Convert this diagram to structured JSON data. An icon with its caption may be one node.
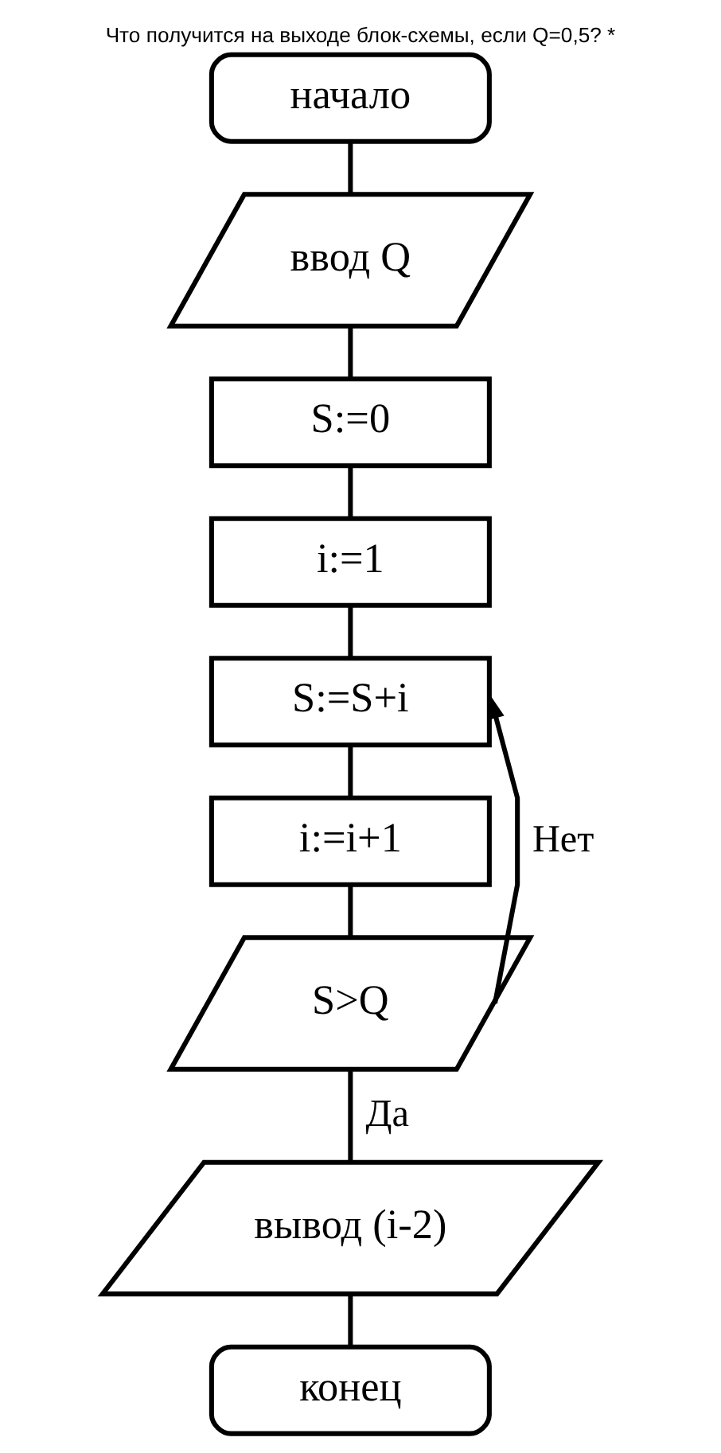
{
  "diagram": {
    "title": "Что получится на выходе блок-схемы, если Q=0,5? *",
    "nodes": [
      {
        "text": [
          "начало"
        ]
      },
      {
        "text": [
          "ввод Q"
        ]
      },
      {
        "text": [
          "S:=0"
        ]
      },
      {
        "text": [
          "i:=1"
        ]
      },
      {
        "text": [
          "S:=S+i"
        ]
      },
      {
        "text": [
          "i:=i+1"
        ]
      },
      {
        "text": [
          "S>Q"
        ]
      },
      {
        "text": [
          "вывод (i-2)"
        ]
      },
      {
        "text": [
          "конец"
        ]
      }
    ],
    "edges": [
      {
        "from": 0,
        "to": 1,
        "arrow": "none"
      },
      {
        "from": 1,
        "to": 2,
        "arrow": "none"
      },
      {
        "from": 2,
        "to": 3,
        "arrow": "none"
      },
      {
        "from": 3,
        "to": 4,
        "arrow": "none"
      },
      {
        "from": 4,
        "to": 5,
        "arrow": "none"
      },
      {
        "from": 5,
        "to": 6,
        "arrow": "none"
      },
      {
        "from": 6,
        "to": 4,
        "arrow": "to",
        "label": "Нет"
      },
      {
        "from": 6,
        "to": 7,
        "arrow": "none",
        "label": "Да"
      },
      {
        "from": 7,
        "to": 8,
        "arrow": "none"
      }
    ]
  }
}
